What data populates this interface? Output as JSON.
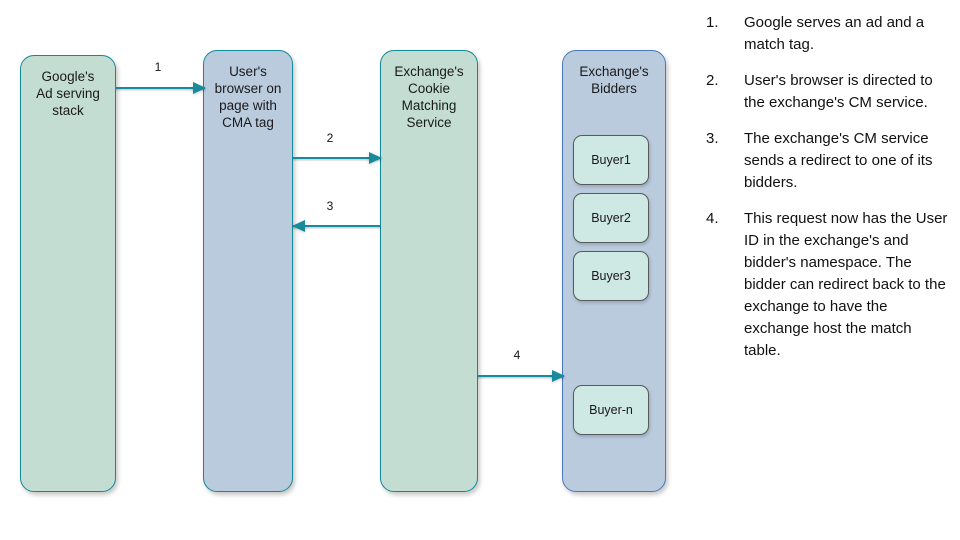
{
  "diagram": {
    "boxes": [
      {
        "id": "google-ad-serving-stack",
        "label": "Google's\nAd serving\nstack",
        "fill": "#c3ddd3",
        "border": "#128a9c"
      },
      {
        "id": "users-browser",
        "label": "User's\nbrowser on\npage with\nCMA tag",
        "fill": "#bacbde",
        "border": "#128a9c"
      },
      {
        "id": "exchange-cookie-matching-service",
        "label": "Exchange's\nCookie\nMatching\nService",
        "fill": "#c3ddd3",
        "border": "#128a9c"
      },
      {
        "id": "exchange-bidders",
        "label": "Exchange's\nBidders",
        "fill": "#bacbde",
        "border": "#4a78c0"
      }
    ],
    "buyers": [
      {
        "label": "Buyer1"
      },
      {
        "label": "Buyer2"
      },
      {
        "label": "Buyer3"
      },
      {
        "label": "Buyer-n"
      }
    ],
    "arrows": [
      {
        "id": "arrow-1",
        "label": "1",
        "direction": "right",
        "from": "google-ad-serving-stack",
        "to": "users-browser"
      },
      {
        "id": "arrow-2",
        "label": "2",
        "direction": "right",
        "from": "users-browser",
        "to": "exchange-cookie-matching-service"
      },
      {
        "id": "arrow-3",
        "label": "3",
        "direction": "left",
        "from": "exchange-cookie-matching-service",
        "to": "users-browser"
      },
      {
        "id": "arrow-4",
        "label": "4",
        "direction": "right",
        "from": "exchange-cookie-matching-service",
        "to": "exchange-bidders"
      }
    ],
    "arrow_color": "#178a9b"
  },
  "steps": [
    {
      "number": "1.",
      "text": "Google serves an ad and a match tag."
    },
    {
      "number": "2.",
      "text": "User's browser is directed to the exchange's CM service."
    },
    {
      "number": "3.",
      "text": "The exchange's CM service sends a redirect to one of its bidders."
    },
    {
      "number": "4.",
      "text": "This request now has the User ID in the exchange's and bidder's namespace. The bidder can redirect back to the exchange to have the exchange host the match table."
    }
  ]
}
